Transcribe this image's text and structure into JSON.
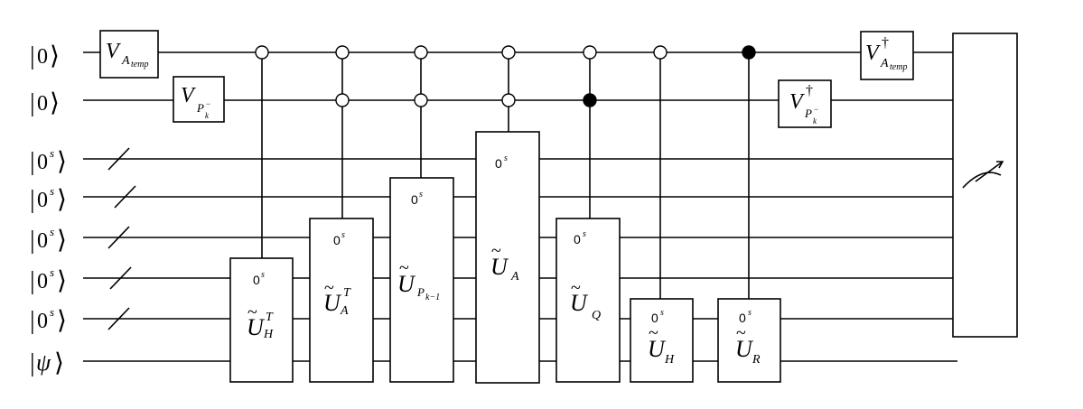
{
  "input_labels": [
    {
      "base": "0",
      "sup": ""
    },
    {
      "base": "0",
      "sup": ""
    },
    {
      "base": "0",
      "sup": "s"
    },
    {
      "base": "0",
      "sup": "s"
    },
    {
      "base": "0",
      "sup": "s"
    },
    {
      "base": "0",
      "sup": "s"
    },
    {
      "base": "0",
      "sup": "s"
    },
    {
      "base": "ψ",
      "sup": ""
    }
  ],
  "gates": {
    "v_a_temp": {
      "main": "V",
      "sub": "A",
      "subsub": "temp",
      "dagger": ""
    },
    "v_p_k": {
      "main": "V",
      "sub": "P",
      "subsub": "k",
      "subsup": "−",
      "dagger": ""
    },
    "v_p_k_dag": {
      "main": "V",
      "sub": "P",
      "subsub": "k",
      "subsup": "−",
      "dagger": "†"
    },
    "v_a_temp_dag": {
      "main": "V",
      "sub": "A",
      "subsub": "temp",
      "dagger": "†"
    },
    "u_h_t": {
      "main": "U",
      "tilde": "~",
      "sub": "H",
      "sup": "T",
      "ancilla": "0",
      "ancilla_sup": "s"
    },
    "u_a_t": {
      "main": "U",
      "tilde": "~",
      "sub": "A",
      "sup": "T",
      "ancilla": "0",
      "ancilla_sup": "s"
    },
    "u_p_k1": {
      "main": "U",
      "tilde": "~",
      "sub": "P",
      "subsub": "k−1",
      "ancilla": "0",
      "ancilla_sup": "s"
    },
    "u_a": {
      "main": "U",
      "tilde": "~",
      "sub": "A",
      "ancilla": "0",
      "ancilla_sup": "s"
    },
    "u_q": {
      "main": "U",
      "tilde": "~",
      "sub": "Q",
      "ancilla": "0",
      "ancilla_sup": "s"
    },
    "u_h": {
      "main": "U",
      "tilde": "~",
      "sub": "H",
      "ancilla": "0",
      "ancilla_sup": "s"
    },
    "u_r": {
      "main": "U",
      "tilde": "~",
      "sub": "R",
      "ancilla": "0",
      "ancilla_sup": "s"
    }
  },
  "measurement": {
    "icon": "meter-icon"
  }
}
